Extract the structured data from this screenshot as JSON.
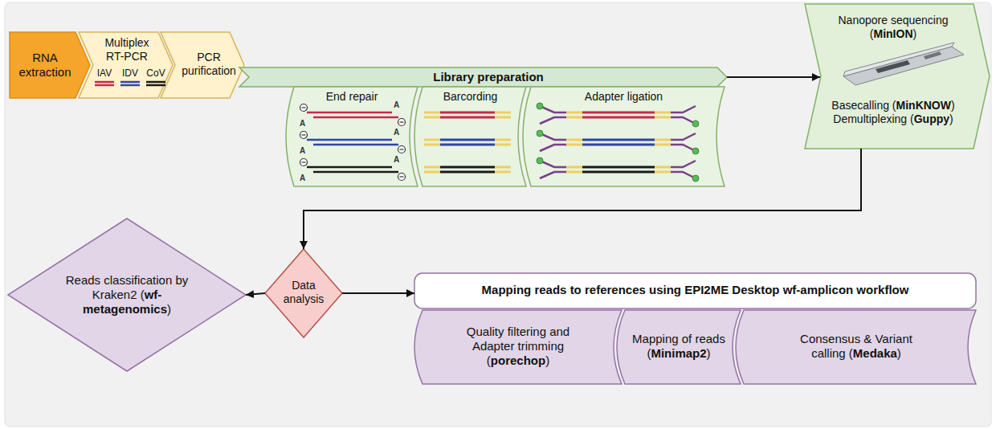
{
  "diagram": {
    "nodes": [
      {
        "text": [
          "RNA extraction"
        ]
      },
      {
        "text": [
          "Multiplex RT-PCR",
          "IAV",
          "IDV",
          "CoV"
        ]
      },
      {
        "text": [
          "PCR purification"
        ]
      },
      {
        "text": [
          "Library preparation"
        ]
      },
      {
        "text": [
          "End repair"
        ],
        "in": 3
      },
      {
        "text": [
          "Barcording"
        ],
        "in": 3
      },
      {
        "text": [
          "Adapter ligation"
        ],
        "in": 3
      },
      {
        "text": [
          "Nanopore sequencing (MinION)",
          "Basecalling (MinKNOW) Demultiplexing (Guppy)"
        ]
      },
      {
        "text": [
          "Reads classification by Kraken2 (wf-metagenomics)"
        ]
      },
      {
        "text": [
          "Data analysis"
        ]
      },
      {
        "text": [
          "Mapping reads to references using EPI2ME Desktop wf-amplicon workflow"
        ]
      },
      {
        "text": [
          "Quality filtering and Adapter trimming (porechop)"
        ],
        "in": 10
      },
      {
        "text": [
          "Mapping of reads (Minimap2)"
        ],
        "in": 10
      },
      {
        "text": [
          "Consensus & Variant calling (Medaka)"
        ],
        "in": 10
      }
    ],
    "edges": [
      {
        "from": 3,
        "to": 7,
        "arrow": "to"
      },
      {
        "from": 7,
        "to": 9,
        "arrow": "to"
      },
      {
        "from": 9,
        "to": 8,
        "arrow": "to"
      },
      {
        "from": 9,
        "to": 10,
        "arrow": "to"
      }
    ],
    "labels": [
      "A",
      "A",
      "A",
      "A",
      "A",
      "A"
    ]
  }
}
